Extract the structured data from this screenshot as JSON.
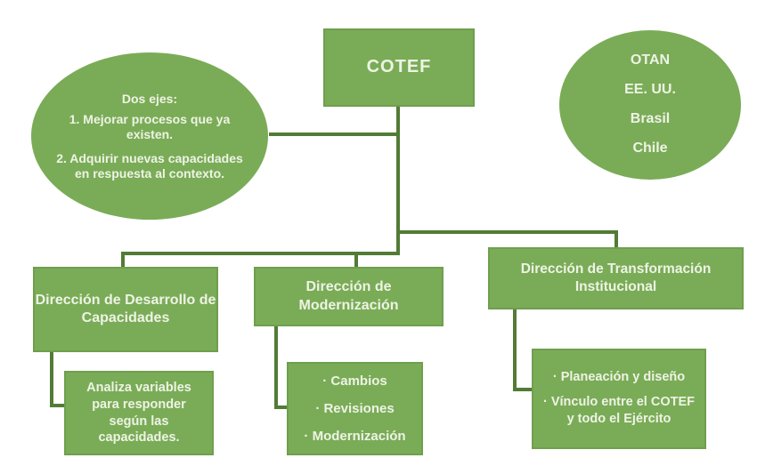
{
  "palette": {
    "node_fill": "#7aac57",
    "node_border": "#6f9f4e",
    "connector": "#527b35",
    "text": "#eef3e5",
    "background": "#ffffff"
  },
  "root": {
    "label": "COTEF"
  },
  "axes_note": {
    "title": "Dos ejes:",
    "items": [
      "1. Mejorar procesos que ya existen.",
      "2. Adquirir nuevas capacidades en respuesta al contexto."
    ]
  },
  "references": {
    "items": [
      "OTAN",
      "EE. UU.",
      "Brasil",
      "Chile"
    ]
  },
  "branches": [
    {
      "label": "Dirección de Desarrollo de Capacidades",
      "detail": "Analiza variables para responder según las capacidades."
    },
    {
      "label": "Dirección de Modernización",
      "bullets": [
        "· Cambios",
        "· Revisiones",
        "· Modernización"
      ]
    },
    {
      "label": "Dirección de Transformación Institucional",
      "bullets": [
        "· Planeación y diseño",
        "· Vínculo entre el COTEF y todo el Ejército"
      ]
    }
  ]
}
